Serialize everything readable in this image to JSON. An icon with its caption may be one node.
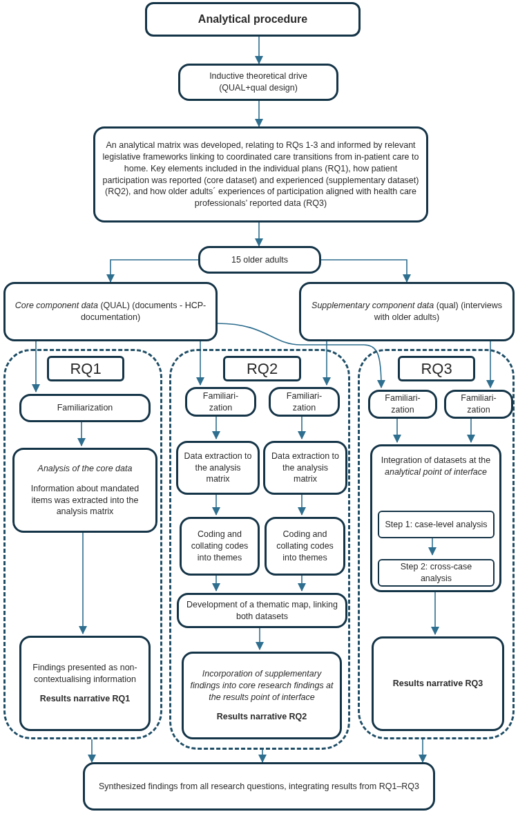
{
  "diagram": {
    "nodes": [
      {
        "text": [
          "Analytical procedure"
        ]
      },
      {
        "text": [
          "Inductive theoretical drive (QUAL+qual design)"
        ]
      },
      {
        "text": [
          "An analytical matrix was developed, relating to RQs 1-3 and informed by relevant legislative frameworks linking to coordinated care transitions from in-patient care to home. Key elements included in the individual plans (RQ1), how patient participation was reported (core dataset) and experienced (supplementary dataset) (RQ2), and how older adults´ experiences of participation aligned with health care professionals’ reported data (RQ3)"
        ]
      },
      {
        "text": [
          "15 older adults"
        ]
      },
      {
        "text": [
          "*Core component data* (QUAL) (documents - HCP-documentation)"
        ]
      },
      {
        "text": [
          "*Supplementary component data* (qual) (interviews with older adults)"
        ]
      },
      {
        "text": [],
        "shape": "box"
      },
      {
        "text": [
          "RQ1"
        ],
        "in": 6
      },
      {
        "text": [
          "Familiarization"
        ],
        "in": 6
      },
      {
        "text": [
          "Analysis of the core data",
          "Information about mandated items was extracted into the analysis matrix"
        ],
        "in": 6
      },
      {
        "text": [
          "Findings presented as non-contextualising information",
          "Results narrative RQ1"
        ],
        "in": 6
      },
      {
        "text": [],
        "shape": "box"
      },
      {
        "text": [
          "RQ2"
        ],
        "in": 11
      },
      {
        "text": [
          "Familiari- zation"
        ],
        "in": 11
      },
      {
        "text": [
          "Familiari- zation"
        ],
        "in": 11
      },
      {
        "text": [
          "Data extraction to the analysis matrix"
        ],
        "in": 11
      },
      {
        "text": [
          "Data extraction to the analysis matrix"
        ],
        "in": 11
      },
      {
        "text": [
          "Coding and collating codes into themes"
        ],
        "in": 11
      },
      {
        "text": [
          "Coding and collating codes into themes"
        ],
        "in": 11
      },
      {
        "text": [
          "Development of a thematic map, linking both datasets"
        ],
        "in": 11
      },
      {
        "text": [
          "Incorporation of supplementary findings into core research findings at the results point of interface",
          "Results narrative RQ2"
        ],
        "in": 11
      },
      {
        "text": [],
        "shape": "box"
      },
      {
        "text": [
          "RQ3"
        ],
        "in": 21
      },
      {
        "text": [
          "Familiari- zation"
        ],
        "in": 21
      },
      {
        "text": [
          "Familiari- zation"
        ],
        "in": 21
      },
      {
        "text": [
          "Integration of datasets at the *analytical point of interface*"
        ],
        "in": 21
      },
      {
        "text": [
          "Step 1: case-level analysis"
        ],
        "in": 25
      },
      {
        "text": [
          "Step 2: cross-case analysis"
        ],
        "in": 25
      },
      {
        "text": [
          "Results narrative RQ3"
        ],
        "in": 21
      },
      {
        "text": [
          "Synthesized findings from all research questions, integrating results from RQ1–RQ3"
        ]
      }
    ],
    "edges": [
      {
        "from": 0,
        "to": 1,
        "arrow": "to"
      },
      {
        "from": 1,
        "to": 2,
        "arrow": "to"
      },
      {
        "from": 2,
        "to": 3,
        "arrow": "to"
      },
      {
        "from": 3,
        "to": 4,
        "arrow": "to"
      },
      {
        "from": 3,
        "to": 5,
        "arrow": "to"
      },
      {
        "from": 4,
        "to": 8,
        "arrow": "to"
      },
      {
        "from": 4,
        "to": 13,
        "arrow": "to"
      },
      {
        "from": 5,
        "to": 14,
        "arrow": "to"
      },
      {
        "from": 4,
        "to": 23,
        "arrow": "to"
      },
      {
        "from": 5,
        "to": 24,
        "arrow": "to"
      },
      {
        "from": 8,
        "to": 9,
        "arrow": "to"
      },
      {
        "from": 9,
        "to": 10,
        "arrow": "to"
      },
      {
        "from": 13,
        "to": 15,
        "arrow": "to"
      },
      {
        "from": 14,
        "to": 16,
        "arrow": "to"
      },
      {
        "from": 15,
        "to": 17,
        "arrow": "to"
      },
      {
        "from": 16,
        "to": 18,
        "arrow": "to"
      },
      {
        "from": 17,
        "to": 19,
        "arrow": "to"
      },
      {
        "from": 18,
        "to": 19,
        "arrow": "to"
      },
      {
        "from": 19,
        "to": 20,
        "arrow": "to"
      },
      {
        "from": 23,
        "to": 25,
        "arrow": "to"
      },
      {
        "from": 24,
        "to": 25,
        "arrow": "to"
      },
      {
        "from": 26,
        "to": 27,
        "arrow": "to"
      },
      {
        "from": 25,
        "to": 28,
        "arrow": "to"
      },
      {
        "from": 6,
        "to": 29,
        "arrow": "to"
      },
      {
        "from": 11,
        "to": 29,
        "arrow": "to"
      },
      {
        "from": 21,
        "to": 29,
        "arrow": "to"
      }
    ]
  }
}
